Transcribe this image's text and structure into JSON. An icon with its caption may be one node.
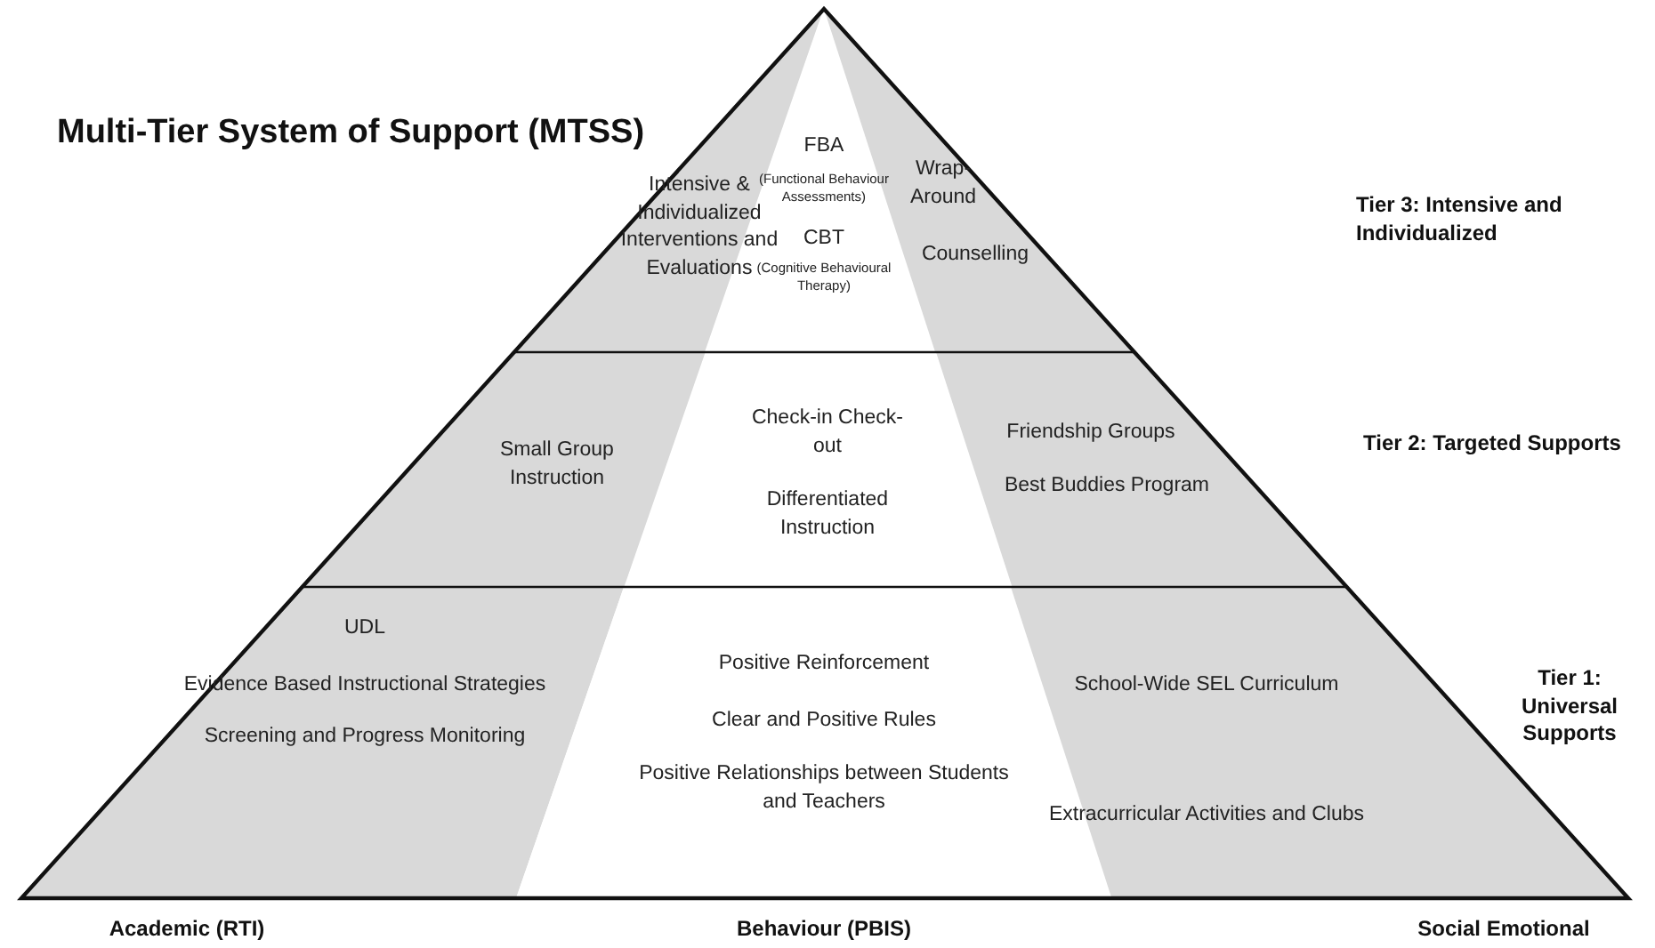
{
  "diagram": {
    "title": "Multi-Tier System of Support (MTSS)",
    "nodes": [
      {
        "text": [
          "Intensive & Individualized Interventions and Evaluations"
        ]
      },
      {
        "text": [
          "FBA",
          "(Functional Behaviour Assessments)",
          "CBT",
          "(Cognitive Behavioural Therapy)"
        ]
      },
      {
        "text": [
          "Wrap-Around",
          "Counselling"
        ]
      },
      {
        "text": [
          "Small Group Instruction"
        ]
      },
      {
        "text": [
          "Check-in Check-out",
          "Differentiated Instruction"
        ]
      },
      {
        "text": [
          "Friendship Groups",
          "Best Buddies Program"
        ]
      },
      {
        "text": [
          "UDL",
          "Evidence Based Instructional Strategies",
          "Screening and Progress Monitoring"
        ]
      },
      {
        "text": [
          "Positive Reinforcement",
          "Clear and Positive Rules",
          "Positive Relationships between Students and Teachers"
        ]
      },
      {
        "text": [
          "School-Wide SEL Curriculum",
          "Extracurricular Activities and Clubs"
        ]
      }
    ],
    "labels": [
      "Tier 3: Intensive and Individualized",
      "Tier 2: Targeted Supports",
      "Tier 1: Universal Supports",
      "Academic (RTI)",
      "Behaviour (PBIS)",
      "Social Emotional"
    ]
  }
}
